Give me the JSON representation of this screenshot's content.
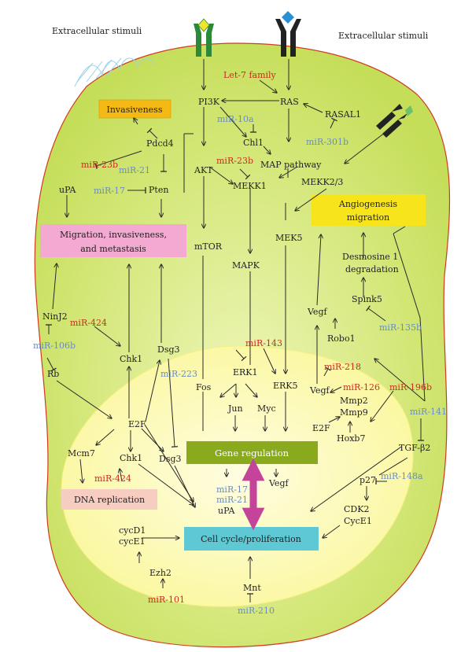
{
  "stimuli": {
    "left": "Extracellular stimuli",
    "right": "Extracellular stimuli"
  },
  "boxes": {
    "invasiveness": "Invasiveness",
    "migration_line1": "Migration, invasiveness,",
    "migration_line2": "and metastasis",
    "angiogenesis_line1": "Angiogenesis",
    "angiogenesis_line2": "migration",
    "dna_replication": "DNA replication",
    "gene_regulation": "Gene regulation",
    "cell_cycle": "Cell cycle/proliferation"
  },
  "nodes": {
    "pi3k": "PI3K",
    "ras": "RAS",
    "rasal1": "RASAL1",
    "pdcd4": "Pdcd4",
    "chl1": "Chl1",
    "map_pathway": "MAP pathway",
    "akt": "AKT",
    "mekk1": "MEKK1",
    "mekk23": "MEKK2/3",
    "upa": "uPA",
    "pten": "Pten",
    "mtor": "mTOR",
    "mek5": "MEK5",
    "desmosine_line1": "Desmosine 1",
    "desmosine_line2": "degradation",
    "mapk": "MAPK",
    "spink5": "Spink5",
    "ninj2": "NinJ2",
    "vegf_upper": "Vegf",
    "robo1": "Robo1",
    "chk1_upper": "Chk1",
    "dsg3_upper": "Dsg3",
    "rb": "Rb",
    "erk1": "ERK1",
    "erk5": "ERK5",
    "vegf_mid": "Vegf",
    "mmp2": "Mmp2",
    "mmp9": "Mmp9",
    "e2f_left": "E2F",
    "fos": "Fos",
    "jun": "Jun",
    "myc": "Myc",
    "e2f_right": "E2F",
    "hoxb7": "Hoxb7",
    "tgfb2": "TGF-β2",
    "mcm7": "Mcm7",
    "chk1_lower": "Chk1",
    "dsg3_lower": "Dsg3",
    "vegf_lower": "Vegf",
    "p27": "p27",
    "upa_lower": "uPA",
    "cdk2": "CDK2",
    "cyce1_right": "CycE1",
    "cycd1": "cycD1",
    "cyce1_left": "cycE1",
    "ezh2": "Ezh2",
    "mnt": "Mnt"
  },
  "mirs": {
    "let7": "Let-7 family",
    "mir10a": "miR-10a",
    "mir301b": "miR-301b",
    "mir23b_a": "miR-23b",
    "mir23b_b": "miR-23b",
    "mir21_a": "miR-21",
    "mir17_a": "miR-17",
    "mir424_a": "miR-424",
    "mir106b": "miR-106b",
    "mir143": "miR-143",
    "mir135b": "miR-135b",
    "mir218": "miR-218",
    "mir223": "miR-223",
    "mir126": "miR-126",
    "mir196b": "miR-196b",
    "mir141": "miR-141",
    "mir424_b": "miR-424",
    "mir148a": "miR-148a",
    "mir17_b": "miR-17",
    "mir21_b": "miR-21",
    "mir101": "miR-101",
    "mir210": "miR-210"
  },
  "colors": {
    "cell_fill": "#c5de5a",
    "cell_border": "#d23a1f",
    "nucleus_fill": "#fbf9a6",
    "invasiveness_box": "#f5b915",
    "migration_box": "#f3a9d1",
    "angiogenesis_box": "#f8e41a",
    "dna_box": "#f8cdc1",
    "gene_box": "#8aaa1e",
    "cellcycle_box": "#5ec8d5",
    "arrow_magenta": "#c4449a",
    "mir_red": "#cc2a1e",
    "mir_blue": "#6a8cc2"
  },
  "icons": [
    "receptor-icon-green-yellow",
    "receptor-icon-black-blue",
    "receptor-icon-black-green"
  ]
}
